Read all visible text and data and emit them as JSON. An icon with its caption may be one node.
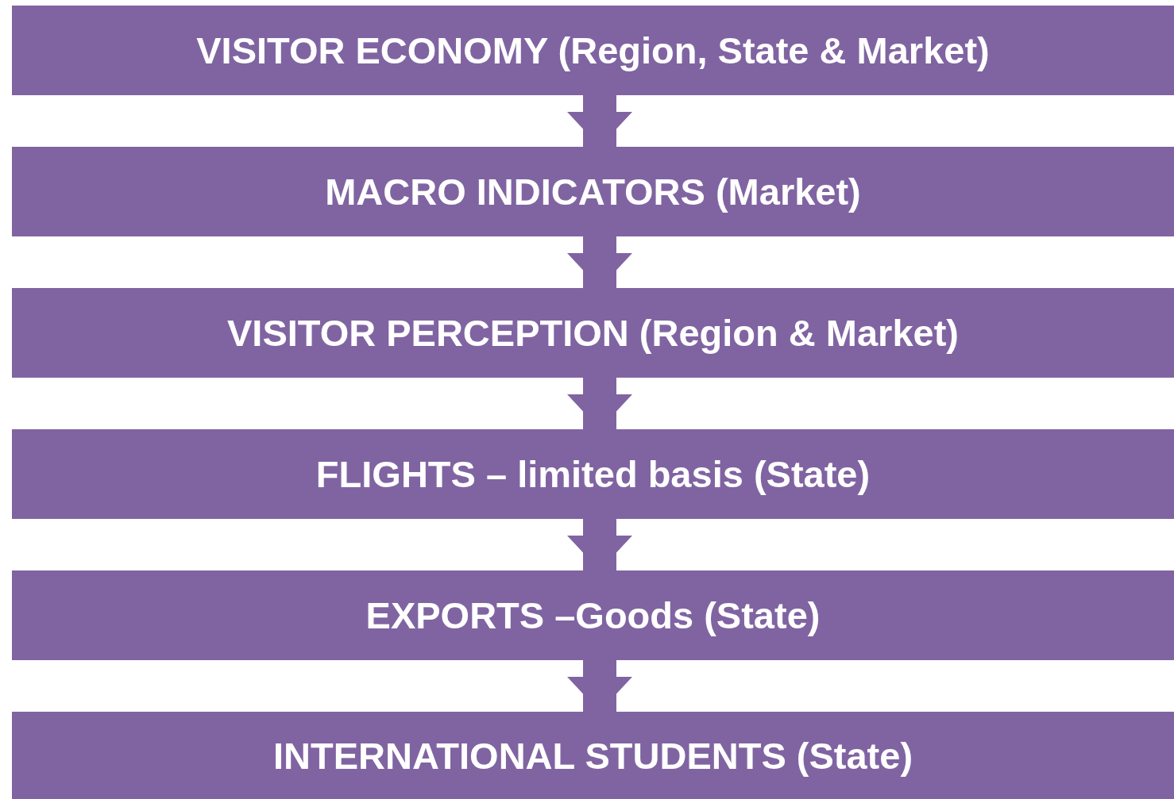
{
  "diagram": {
    "nodes": [
      {
        "text": [
          "VISITOR ECONOMY (Region, State & Market)"
        ]
      },
      {
        "text": [
          "MACRO INDICATORS (Market)"
        ]
      },
      {
        "text": [
          "VISITOR PERCEPTION (Region & Market)"
        ]
      },
      {
        "text": [
          "FLIGHTS – limited basis (State)"
        ]
      },
      {
        "text": [
          "EXPORTS –Goods (State)"
        ]
      },
      {
        "text": [
          "INTERNATIONAL STUDENTS (State)"
        ]
      }
    ],
    "edges": [
      {
        "from": 0,
        "to": 1,
        "arrow": "to"
      },
      {
        "from": 1,
        "to": 2,
        "arrow": "to"
      },
      {
        "from": 2,
        "to": 3,
        "arrow": "to"
      },
      {
        "from": 3,
        "to": 4,
        "arrow": "to"
      },
      {
        "from": 4,
        "to": 5,
        "arrow": "to"
      }
    ]
  }
}
